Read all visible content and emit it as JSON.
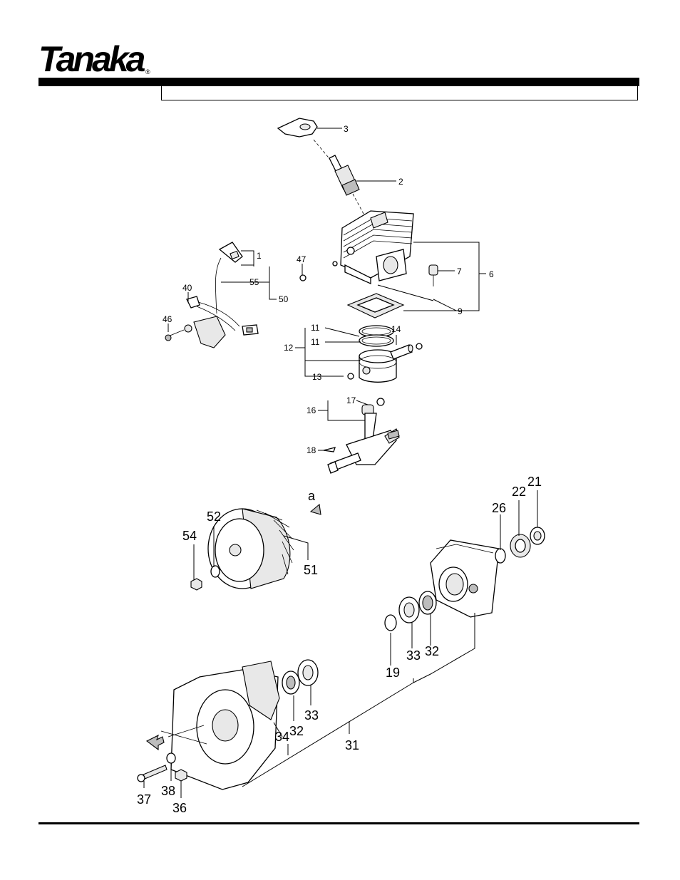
{
  "brand": {
    "logo_text": "Tanaka",
    "registered_mark": "®"
  },
  "header": {
    "title": ""
  },
  "callouts": {
    "c1": "1",
    "c2": "2",
    "c3": "3",
    "c6": "6",
    "c7": "7",
    "c9": "9",
    "c11a": "11",
    "c11b": "11",
    "c12": "12",
    "c13": "13",
    "c14": "14",
    "c16": "16",
    "c17": "17",
    "c18": "18",
    "c19": "19",
    "c21": "21",
    "c22": "22",
    "c26": "26",
    "c31": "31",
    "c32a": "32",
    "c32b": "32",
    "c33a": "33",
    "c33b": "33",
    "c34": "34",
    "c36": "36",
    "c37": "37",
    "c38": "38",
    "c40": "40",
    "c46": "46",
    "c47": "47",
    "c50": "50",
    "c51": "51",
    "c52": "52",
    "c54": "54",
    "c55": "55",
    "ca": "a"
  }
}
